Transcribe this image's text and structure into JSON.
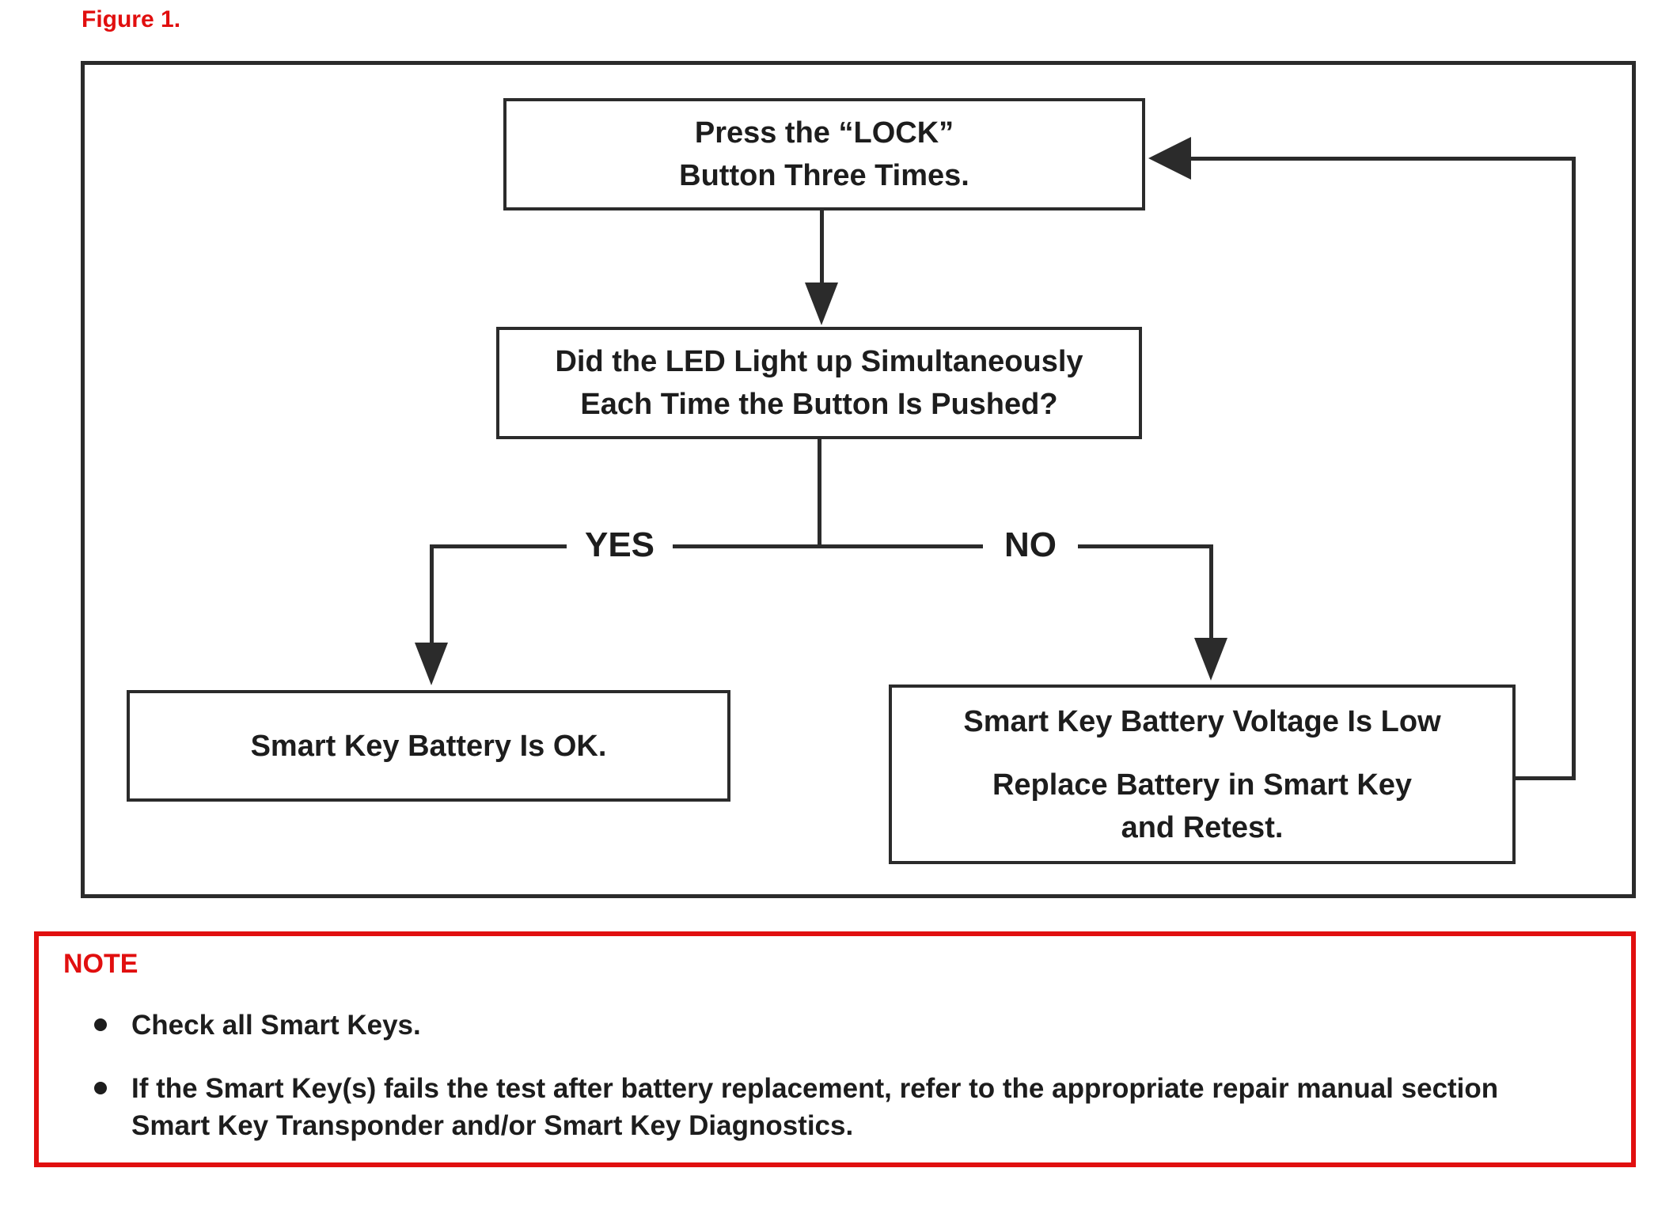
{
  "figure_title": "Figure 1.",
  "colors": {
    "accent_red": "#e10f0f",
    "line_black": "#2b2b2b",
    "text_black": "#1d1d1d"
  },
  "flowchart": {
    "step_press_lock": {
      "line1": "Press the “LOCK”",
      "line2": "Button Three Times."
    },
    "decision_led": {
      "line1": "Did the LED Light up Simultaneously",
      "line2": "Each Time the Button Is Pushed?"
    },
    "label_yes": "YES",
    "label_no": "NO",
    "result_ok": {
      "line1": "Smart Key Battery Is OK."
    },
    "result_low": {
      "line1": "Smart Key Battery Voltage Is Low",
      "line2": "Replace Battery in Smart Key",
      "line3": "and Retest."
    }
  },
  "note": {
    "title": "NOTE",
    "bullets": [
      "Check all Smart Keys.",
      "If the Smart Key(s) fails the test after battery replacement, refer to the appropriate repair manual section Smart Key Transponder and/or Smart Key Diagnostics."
    ]
  }
}
